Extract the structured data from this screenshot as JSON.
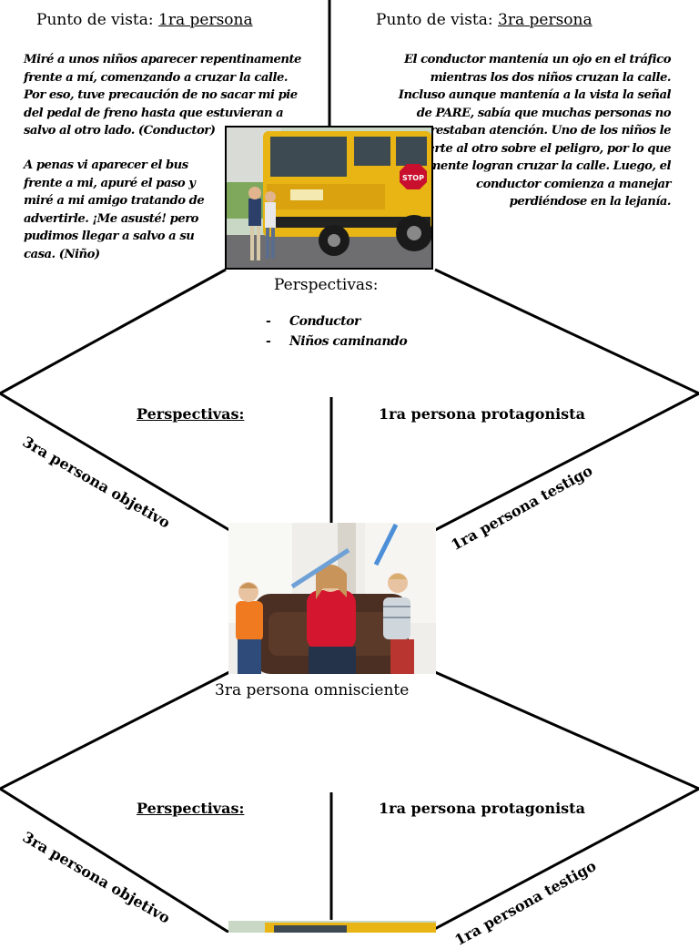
{
  "top": {
    "left_heading": {
      "prefix": "Punto de vista: ",
      "underlined": "1ra persona"
    },
    "right_heading": {
      "prefix": "Punto de vista: ",
      "underlined": "3ra persona"
    },
    "left_paragraph_1": "Miré a unos niños aparecer repentinamente frente a mí, comenzando a cruzar la calle. Por eso, tuve precaución de no sacar mi pie del pedal de freno hasta que estuvieran a salvo al otro lado. (Conductor)",
    "left_paragraph_2": "A penas vi aparecer el bus frente a mi, apuré el paso y miré a mi amigo tratando de advertirle. ¡Me asusté! pero pudimos llegar a salvo a su casa. (Niño)",
    "right_paragraph": "El conductor mantenía un ojo en el tráfico mientras los dos niños cruzan la calle. Incluso aunque mantenía a la vista la señal de PARE, sabía que muchas personas no prestaban atención. Uno de los niños le advierte al otro sobre el peligro, por lo que finalmente logran cruzar la calle. Luego, el conductor comienza a manejar perdiéndose en la lejanía.",
    "perspectives_title": "Perspectivas:",
    "perspectives": [
      "Conductor",
      "Niños caminando"
    ],
    "photo": {
      "icon": "school-bus-photo",
      "sign_text": "STOP"
    }
  },
  "middle": {
    "perspectives_heading": "Perspectivas:",
    "protagonist_label": "1ra persona protagonista",
    "objective_label": "3ra persona objetivo",
    "witness_label": "1ra persona testigo",
    "omniscient_label": "3ra persona omnisciente",
    "photo": {
      "icon": "family-sword-play-photo"
    }
  },
  "bottom": {
    "perspectives_heading": "Perspectivas:",
    "protagonist_label": "1ra persona protagonista",
    "objective_label": "3ra persona objetivo",
    "witness_label": "1ra persona testigo",
    "photo": {
      "icon": "school-bus-photo-partial"
    }
  },
  "colors": {
    "bus_yellow": "#e8b514",
    "shirt_red": "#d4162e",
    "sofa_brown": "#4a2f22"
  }
}
